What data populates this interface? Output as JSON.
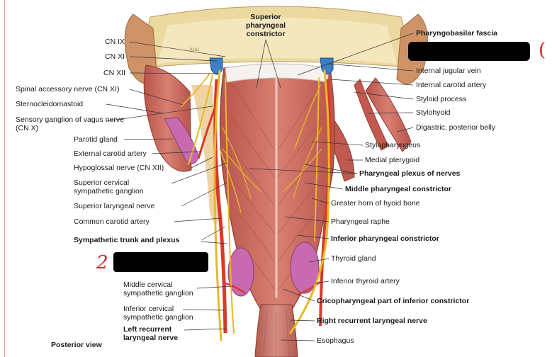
{
  "title_labels": {
    "superior_pharyngeal_constrictor": "Superior\npharyngeal\nconstrictor",
    "posterior_view": "Posterior view"
  },
  "left_labels": [
    {
      "id": "cn-ix",
      "text": "CN IX"
    },
    {
      "id": "cn-xi",
      "text": "CN XI"
    },
    {
      "id": "cn-xii",
      "text": "CN XII"
    },
    {
      "id": "spinal-accessory",
      "text": "Spinal accessory nerve (CN XI)"
    },
    {
      "id": "sternocleidomastoid",
      "text": "Sternocleidomastoid"
    },
    {
      "id": "sensory-ganglion-vagus",
      "text": "Sensory ganglion of vagus nerve\n(CN X)"
    },
    {
      "id": "parotid-gland",
      "text": "Parotid gland"
    },
    {
      "id": "external-carotid",
      "text": "External carotid artery"
    },
    {
      "id": "hypoglossal",
      "text": "Hypoglossal nerve (CN XII)"
    },
    {
      "id": "superior-cervical-ganglion",
      "text": "Superior cervical\nsympathetic ganglion"
    },
    {
      "id": "superior-laryngeal",
      "text": "Superior laryngeal nerve"
    },
    {
      "id": "common-carotid",
      "text": "Common carotid artery"
    },
    {
      "id": "sympathetic-trunk",
      "text": "Sympathetic trunk and plexus"
    },
    {
      "id": "middle-cervical-ganglion",
      "text": "Middle cervical\nsympathetic ganglion"
    },
    {
      "id": "inferior-cervical-ganglion",
      "text": "Inferior cervical\nsympathetic ganglion"
    },
    {
      "id": "left-recurrent-laryngeal",
      "text": "Left recurrent\nlaryngeal nerve"
    }
  ],
  "right_labels": [
    {
      "id": "pharyngobasilar-fascia",
      "text": "Pharyngobasilar fascia"
    },
    {
      "id": "internal-jugular",
      "text": "Internal jugular vein"
    },
    {
      "id": "internal-carotid",
      "text": "Internal carotid artery"
    },
    {
      "id": "styloid-process",
      "text": "Styloid process"
    },
    {
      "id": "stylohyoid",
      "text": "Stylohyoid"
    },
    {
      "id": "digastric",
      "text": "Digastric, posterior belly"
    },
    {
      "id": "stylopharyngeus",
      "text": "Stylopharyngeus"
    },
    {
      "id": "medial-pterygoid",
      "text": "Medial pterygoid"
    },
    {
      "id": "pharyngeal-plexus",
      "text": "Pharyngeal plexus of nerves"
    },
    {
      "id": "middle-pharyngeal-constrictor",
      "text": "Middle pharyngeal constrictor"
    },
    {
      "id": "greater-horn-hyoid",
      "text": "Greater horn of hyoid bone"
    },
    {
      "id": "pharyngeal-raphe",
      "text": "Pharyngeal raphe"
    },
    {
      "id": "inferior-pharyngeal-constrictor",
      "text": "Inferior pharyngeal constrictor"
    },
    {
      "id": "thyroid-gland",
      "text": "Thyroid gland"
    },
    {
      "id": "inferior-thyroid-artery",
      "text": "Inferior thyroid artery"
    },
    {
      "id": "cricopharyngeal",
      "text": "Cricopharyngeal part of inferior constrictor"
    },
    {
      "id": "right-recurrent-laryngeal",
      "text": "Right recurrent laryngeal nerve"
    },
    {
      "id": "esophagus",
      "text": "Esophagus"
    }
  ],
  "handwritten": {
    "mark_1": "(",
    "mark_2": "2"
  },
  "colors": {
    "muscle": "#c8645a",
    "muscle_dark": "#a9473f",
    "nerve": "#e8b828",
    "artery": "#d83a2a",
    "vein": "#3b7fc4",
    "bone": "#ecd9a0",
    "skin": "#d9a070",
    "thyroid": "#c86ab0",
    "redaction": "#000000",
    "pen": "#e0202a"
  }
}
